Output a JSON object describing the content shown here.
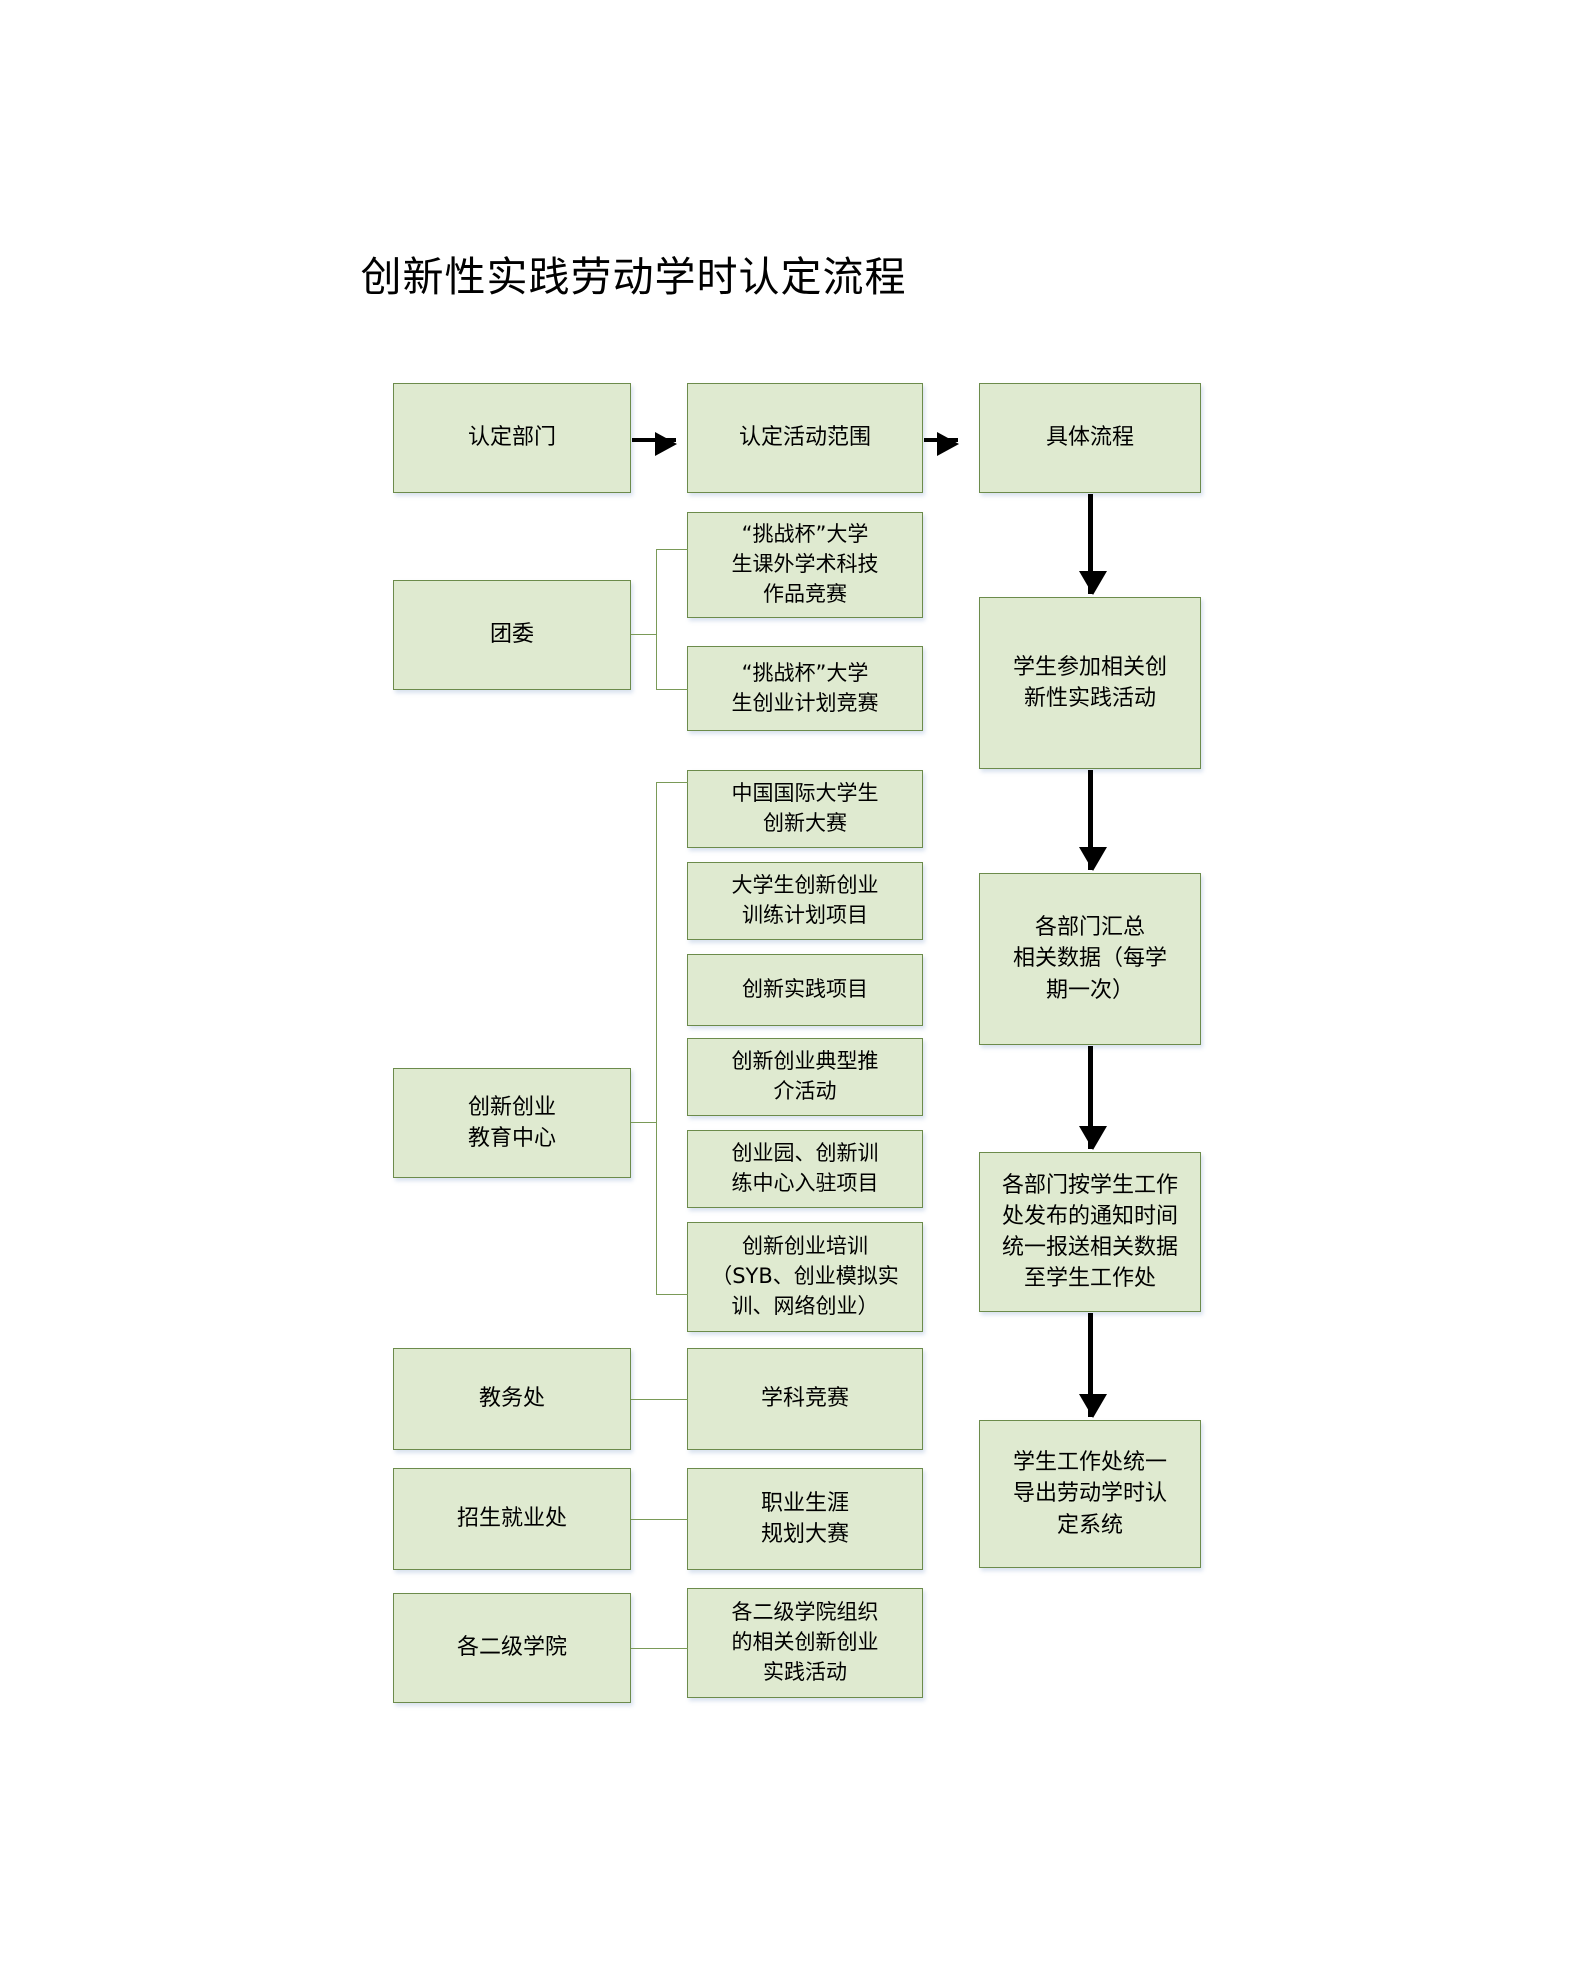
{
  "title": "创新性实践劳动学时认定流程",
  "header_row": {
    "col1": "认定部门",
    "col2": "认定活动范围",
    "col3": "具体流程"
  },
  "departments": [
    {
      "name": "团委",
      "activities": [
        "“挑战杯”大学\n生课外学术科技\n作品竞赛",
        "“挑战杯”大学\n生创业计划竞赛"
      ]
    },
    {
      "name": "创新创业\n教育中心",
      "activities": [
        "中国国际大学生\n创新大赛",
        "大学生创新创业\n训练计划项目",
        "创新实践项目",
        "创新创业典型推\n介活动",
        "创业园、创新训\n练中心入驻项目",
        "创新创业培训\n（SYB、创业模拟实\n训、网络创业）"
      ]
    },
    {
      "name": "教务处",
      "activities": [
        "学科竞赛"
      ]
    },
    {
      "name": "招生就业处",
      "activities": [
        "职业生涯\n规划大赛"
      ]
    },
    {
      "name": "各二级学院",
      "activities": [
        "各二级学院组织\n的相关创新创业\n实践活动"
      ]
    }
  ],
  "process_steps": [
    "学生参加相关创\n新性实践活动",
    "各部门汇总\n相关数据（每学\n期一次）",
    "各部门按学生工作\n处发布的通知时间\n统一报送相关数据\n至学生工作处",
    "学生工作处统一\n导出劳动学时认\n定系统"
  ],
  "colors": {
    "node_fill": "#dfead0",
    "node_border": "#6c8b4b",
    "connector": "#7a9a58",
    "arrow": "#000000",
    "text": "#000000",
    "background": "#ffffff"
  }
}
